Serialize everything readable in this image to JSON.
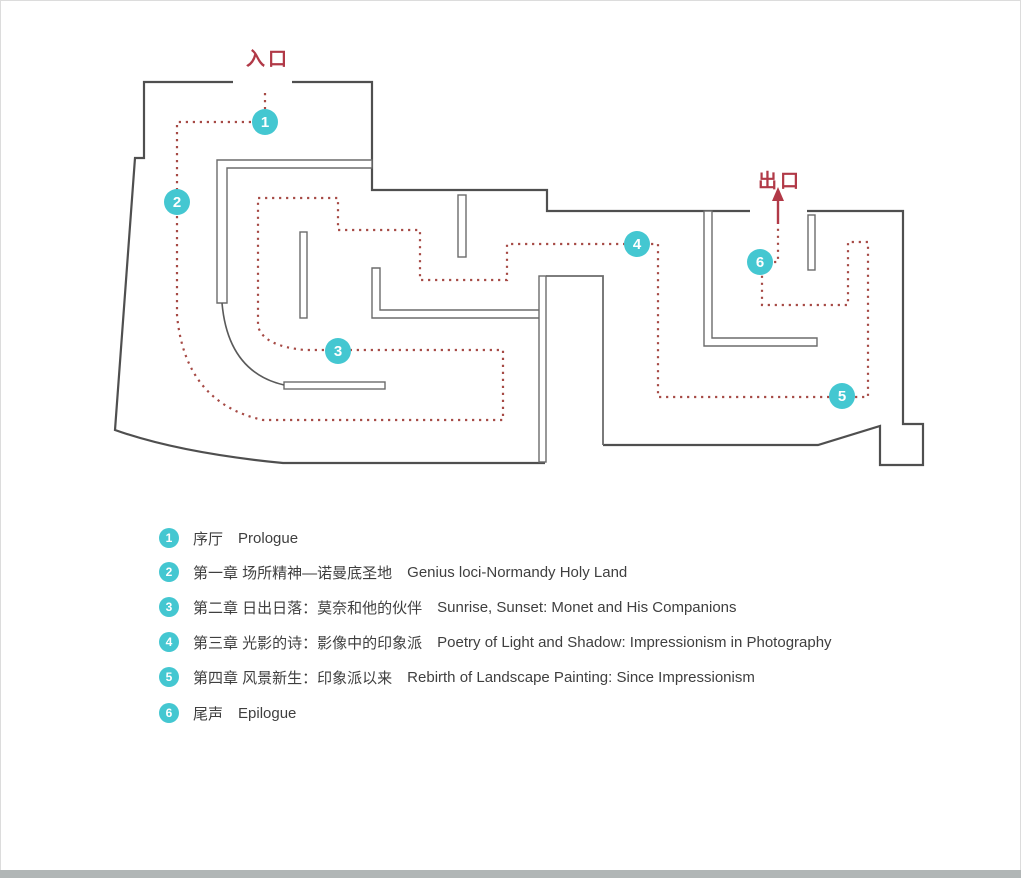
{
  "colors": {
    "accent_teal": "#44c7d1",
    "route_red": "#a64a45",
    "label_red": "#b13947",
    "wall_gray": "#4f4f4f",
    "text_gray": "#3f3f3f"
  },
  "map": {
    "entrance_label": "入口",
    "exit_label": "出口",
    "stops": [
      {
        "num": "1"
      },
      {
        "num": "2"
      },
      {
        "num": "3"
      },
      {
        "num": "4"
      },
      {
        "num": "5"
      },
      {
        "num": "6"
      }
    ]
  },
  "legend": {
    "items": [
      {
        "num": "1",
        "zh": "序厅",
        "en": "Prologue"
      },
      {
        "num": "2",
        "zh": "第一章 场所精神—诺曼底圣地",
        "en": "Genius loci-Normandy Holy Land"
      },
      {
        "num": "3",
        "zh": "第二章 日出日落：莫奈和他的伙伴",
        "en": "Sunrise, Sunset: Monet and His Companions"
      },
      {
        "num": "4",
        "zh": "第三章 光影的诗：影像中的印象派",
        "en": "Poetry of Light and Shadow: Impressionism in Photography"
      },
      {
        "num": "5",
        "zh": "第四章 风景新生：印象派以来",
        "en": "Rebirth of Landscape Painting: Since Impressionism"
      },
      {
        "num": "6",
        "zh": "尾声",
        "en": "Epilogue"
      }
    ]
  }
}
